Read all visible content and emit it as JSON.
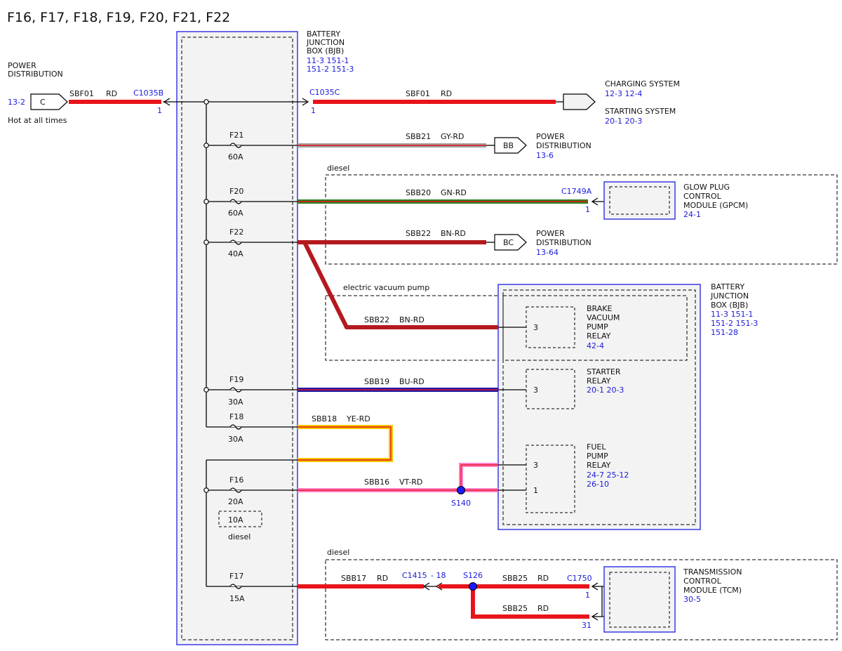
{
  "title": "F16, F17, F18, F19, F20, F21, F22",
  "colors": {
    "red": "#e8141b",
    "dark_red": "#b4191e",
    "green": "#2e7d1e",
    "blue_wire": "#1a1aa8",
    "yellow": "#f0c800",
    "pink": "#ff7fc8",
    "gray_wire": "#9e9e9e",
    "ref_blue": "#1a1adb",
    "box_blue": "#3a3ae6",
    "box_fill": "#f3f3f3"
  },
  "bjb_main": {
    "label_lines": [
      "BATTERY",
      "JUNCTION",
      "BOX (BJB)"
    ],
    "refs": [
      "11-3  151-1",
      "151-2  151-3"
    ]
  },
  "bjb_right": {
    "label_lines": [
      "BATTERY",
      "JUNCTION",
      "BOX (BJB)"
    ],
    "refs": [
      "11-3  151-1",
      "151-2  151-3",
      "151-28"
    ]
  },
  "power_dist_left": {
    "label_lines": [
      "POWER",
      "DISTRIBUTION"
    ],
    "ref": "13-2",
    "connector": "C",
    "note": "Hot at all times"
  },
  "main_feed": {
    "circuit": "SBF01",
    "color": "RD",
    "conn_left": "C1035B",
    "pin_left": "1",
    "conn_right": "C1035C",
    "pin_right": "1"
  },
  "charging": {
    "label": "CHARGING SYSTEM",
    "refs": "12-3    12-4",
    "label2": "STARTING SYSTEM",
    "refs2": "20-1    20-3",
    "circuit": "SBF01",
    "color": "RD"
  },
  "fuses": [
    {
      "id": "F21",
      "rating": "60A"
    },
    {
      "id": "F20",
      "rating": "60A"
    },
    {
      "id": "F22",
      "rating": "40A"
    },
    {
      "id": "F19",
      "rating": "30A"
    },
    {
      "id": "F18",
      "rating": "30A"
    },
    {
      "id": "F16",
      "rating": "20A"
    },
    {
      "id": "F17",
      "rating": "15A"
    }
  ],
  "alt_fuse": {
    "rating": "10A",
    "note": "diesel"
  },
  "wire_f21": {
    "circuit": "SBB21",
    "color": "GY-RD",
    "connector": "BB",
    "dest_lines": [
      "POWER",
      "DISTRIBUTION"
    ],
    "ref": "13-6"
  },
  "diesel_top": {
    "label": "diesel",
    "circuit": "SBB20",
    "color": "GN-RD",
    "connector": "C1749A",
    "pin": "1",
    "dest_lines": [
      "GLOW PLUG",
      "CONTROL",
      "MODULE (GPCM)"
    ],
    "ref": "24-1"
  },
  "wire_f22": {
    "circuit": "SBB22",
    "color": "BN-RD",
    "connector": "BC",
    "dest_lines": [
      "POWER",
      "DISTRIBUTION"
    ],
    "ref": "13-64"
  },
  "evp": {
    "label": "electric vacuum pump",
    "circuit": "SBB22",
    "color": "BN-RD",
    "relay_lines": [
      "BRAKE",
      "VACUUM",
      "PUMP",
      "RELAY"
    ],
    "ref": "42-4",
    "pin": "3"
  },
  "starter": {
    "circuit": "SBB19",
    "color": "BU-RD",
    "relay_lines": [
      "STARTER",
      "RELAY"
    ],
    "refs": "20-1    20-3",
    "pin": "3"
  },
  "f18_wire": {
    "circuit": "SBB18",
    "color": "YE-RD"
  },
  "fuel_pump": {
    "circuit": "SBB16",
    "color": "VT-RD",
    "splice": "S140",
    "relay_lines": [
      "FUEL",
      "PUMP",
      "RELAY"
    ],
    "refs": [
      "24-7    25-12",
      "26-10"
    ],
    "pin_top": "3",
    "pin_bottom": "1"
  },
  "diesel_bottom": {
    "label": "diesel",
    "circuit": "SBB17",
    "color": "RD",
    "connector": "C1415",
    "connector_pin": "- 18",
    "splice": "S126",
    "circuit2": "SBB25",
    "color2": "RD",
    "conn_tcm": "C1750",
    "pin1": "1",
    "pin31": "31",
    "dest_lines": [
      "TRANSMISSION",
      "CONTROL",
      "MODULE (TCM)"
    ],
    "ref": "30-5"
  }
}
